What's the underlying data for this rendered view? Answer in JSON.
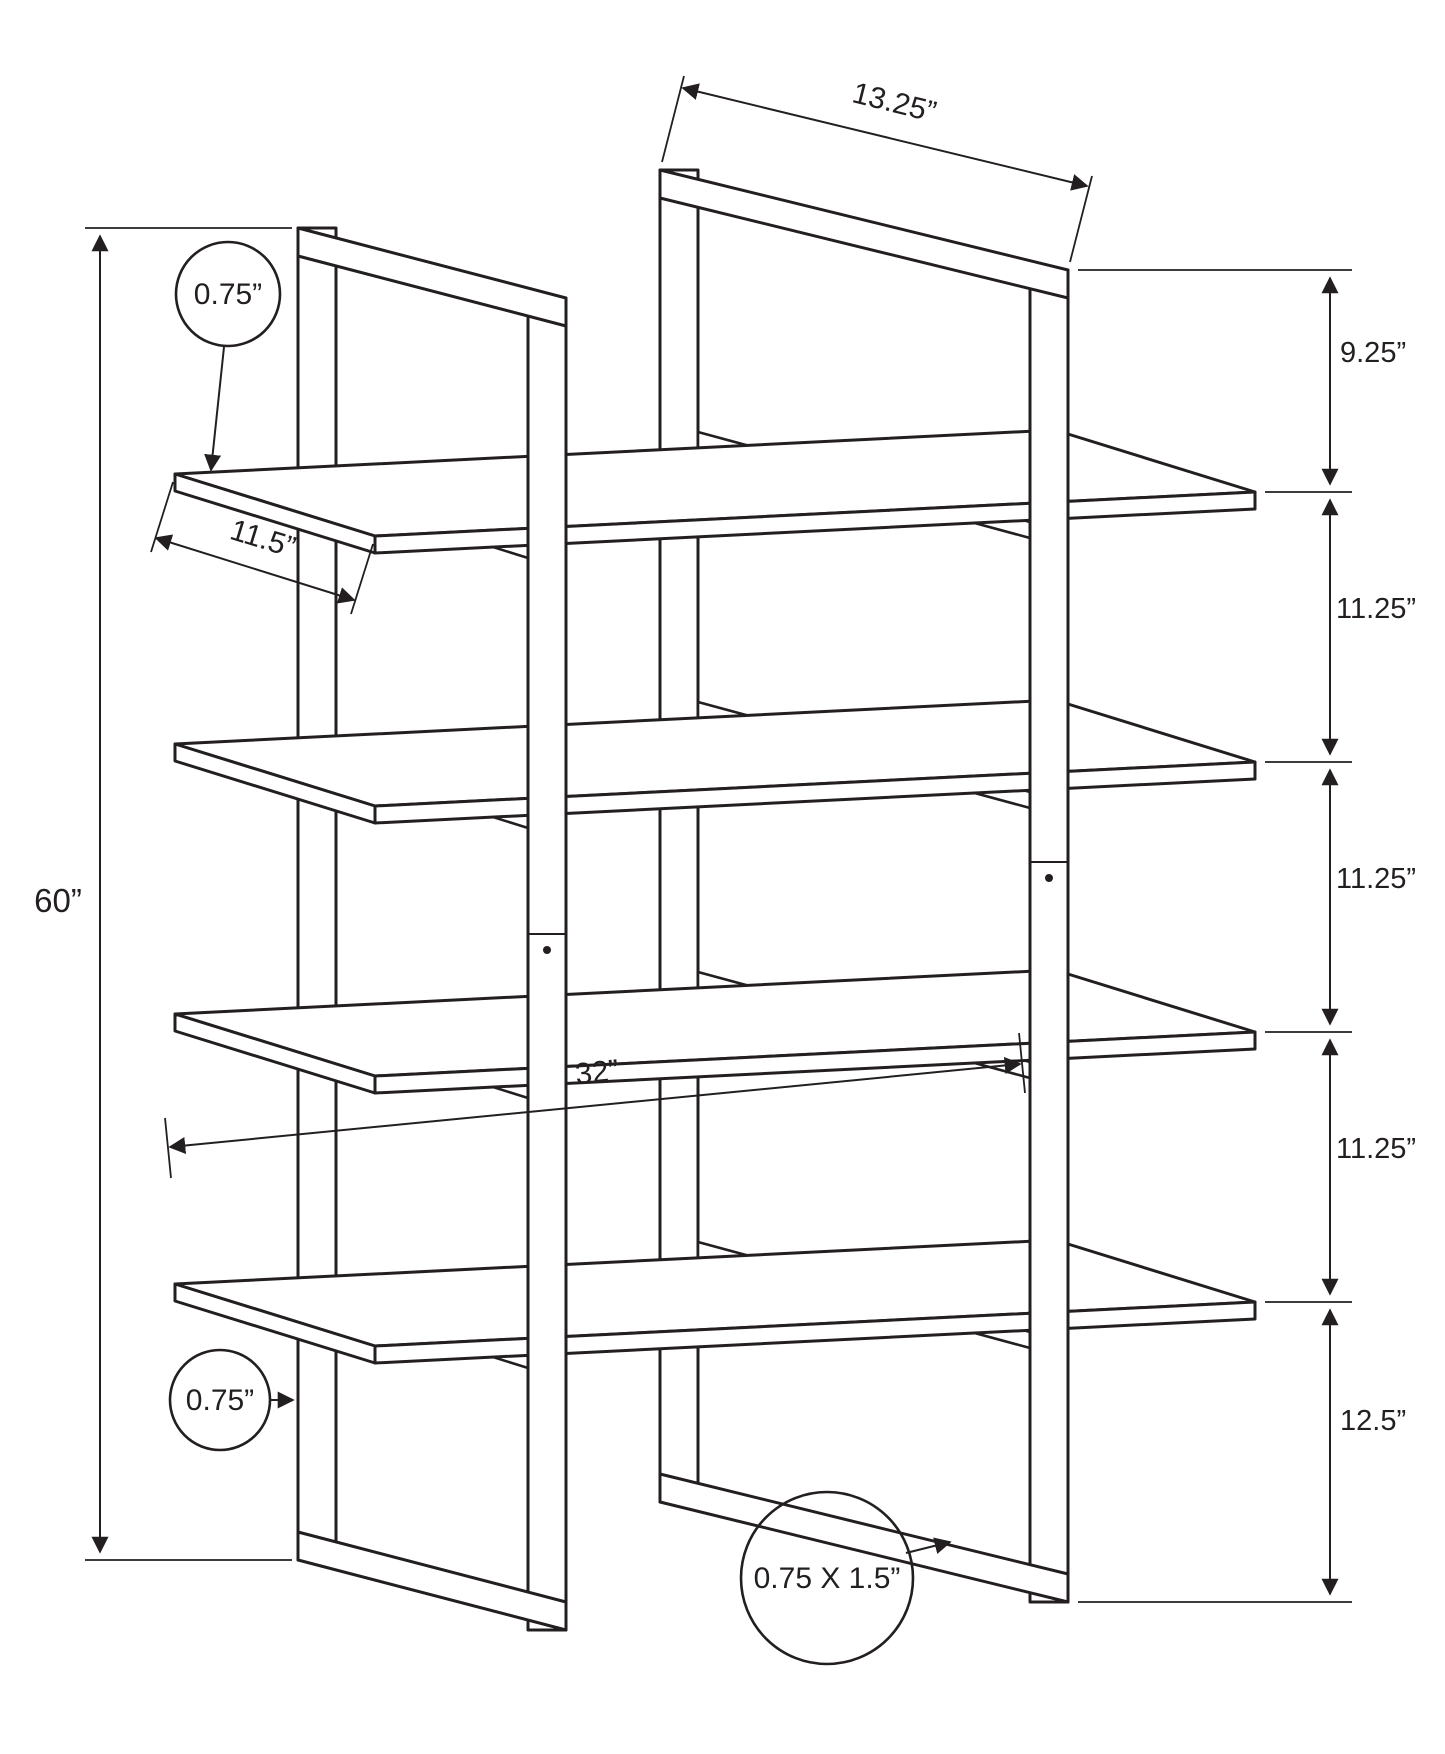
{
  "meta": {
    "drawing_type": "furniture dimension diagram (4-shelf ladder bookcase)",
    "background_color": "#ffffff",
    "line_color": "#231f20"
  },
  "labels": {
    "frame_depth": "13.25”",
    "gap_top": "9.25”",
    "gap_1": "11.25”",
    "gap_2": "11.25”",
    "gap_3": "11.25”",
    "gap_bottom": "12.5”",
    "overall_height": "60”",
    "shelf_thickness": "0.75”",
    "shelf_depth": "11.5”",
    "shelf_width": "32”",
    "post_width": "0.75”",
    "frame_profile": "0.75 X 1.5”"
  }
}
